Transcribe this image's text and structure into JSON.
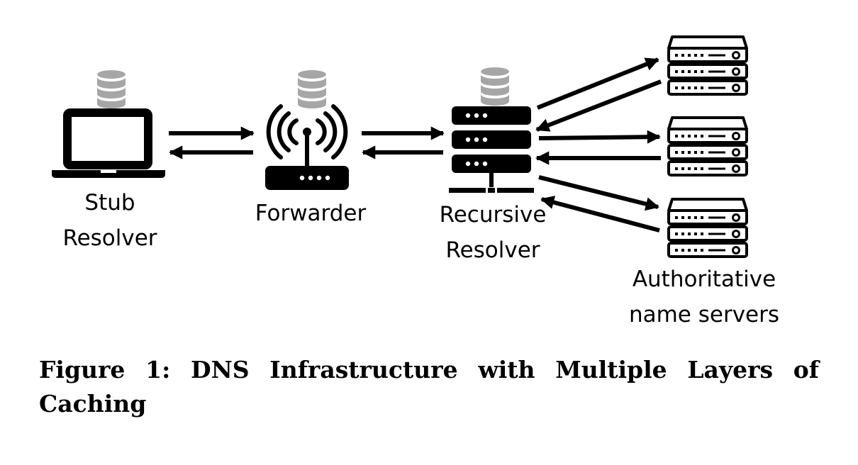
{
  "nodes": {
    "stub": {
      "line1": "Stub",
      "line2": "Resolver"
    },
    "forwarder": {
      "line1": "Forwarder"
    },
    "recursive": {
      "line1": "Recursive",
      "line2": "Resolver"
    },
    "authoritative": {
      "line1": "Authoritative",
      "line2": "name servers"
    }
  },
  "caption": {
    "label": "Figure 1:",
    "text": "DNS Infrastructure with Multiple Layers of Caching"
  },
  "colors": {
    "icon": "#000000",
    "cache": "#a6a6a6"
  }
}
